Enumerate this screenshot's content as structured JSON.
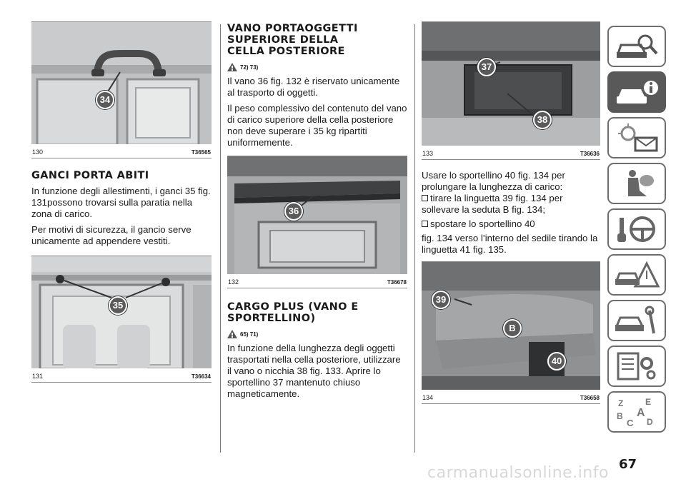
{
  "figures": {
    "f130": {
      "number": "130",
      "code": "T36565",
      "callouts": [
        "34"
      ]
    },
    "f131": {
      "number": "131",
      "code": "T36634",
      "callouts": [
        "35"
      ]
    },
    "f132": {
      "number": "132",
      "code": "T36678",
      "callouts": [
        "36"
      ]
    },
    "f133": {
      "number": "133",
      "code": "T36636",
      "callouts": [
        "37",
        "38"
      ]
    },
    "f134": {
      "number": "134",
      "code": "T36658",
      "callouts": [
        "39",
        "B",
        "40"
      ]
    }
  },
  "section_hooks": {
    "title": "GANCI PORTA ABITI",
    "paragraphs": [
      "In funzione degli allestimenti, i ganci 35 fig. 131possono trovarsi sulla paratia nella zona di carico.",
      "Per motivi di sicurezza, il gancio serve unicamente ad appendere vestiti."
    ]
  },
  "section_upper_storage": {
    "title_lines": [
      "VANO PORTAOGGETTI",
      "SUPERIORE DELLA",
      "CELLA POSTERIORE"
    ],
    "warning_refs": "72) 73)",
    "paragraphs": [
      "Il vano 36 fig. 132 è riservato unicamente al trasporto di oggetti.",
      "Il peso complessivo del contenuto del vano di carico superiore della cella posteriore non deve superare i 35 kg ripartiti uniformemente."
    ]
  },
  "section_cargo_plus": {
    "title_lines": [
      "CARGO PLUS (VANO E",
      "SPORTELLINO)"
    ],
    "warning_refs": "65) 71)",
    "paragraphs": [
      "In funzione della lunghezza degli oggetti trasportati nella cella posteriore, utilizzare il vano o nicchia 38 fig. 133. Aprire lo sportellino 37 mantenuto chiuso magneticamente."
    ]
  },
  "section_door": {
    "intro": "Usare lo sportellino 40 fig. 134 per prolungare la lunghezza di carico:",
    "bullets": [
      "tirare la linguetta 39 fig. 134 per",
      "spostare lo sportellino 40"
    ],
    "bullet1_cont": "sollevare la seduta B fig. 134;",
    "bullet2_cont": "fig. 134 verso l’interno del sedile tirando la linguetta 41 fig. 135."
  },
  "sidebar": {
    "tabs": [
      {
        "icon": "car-magnifier-icon",
        "active": false
      },
      {
        "icon": "car-info-icon",
        "active": true
      },
      {
        "icon": "light-message-icon",
        "active": false
      },
      {
        "icon": "airbag-seat-icon",
        "active": false
      },
      {
        "icon": "key-steering-wheel-icon",
        "active": false
      },
      {
        "icon": "car-warning-triangle-icon",
        "active": false
      },
      {
        "icon": "car-wrench-icon",
        "active": false
      },
      {
        "icon": "list-gears-icon",
        "active": false
      },
      {
        "icon": "alphabet-index-icon",
        "active": false
      }
    ],
    "alphabet_letters": [
      "Z",
      "E",
      "A",
      "B",
      "C",
      "D"
    ]
  },
  "page_number": "67",
  "watermark": "carmanualsonline.info",
  "colors": {
    "text": "#1a1a1a",
    "active_tab": "#595959",
    "tab_border": "#6e6e6e",
    "callout": "#5a5a5a"
  }
}
